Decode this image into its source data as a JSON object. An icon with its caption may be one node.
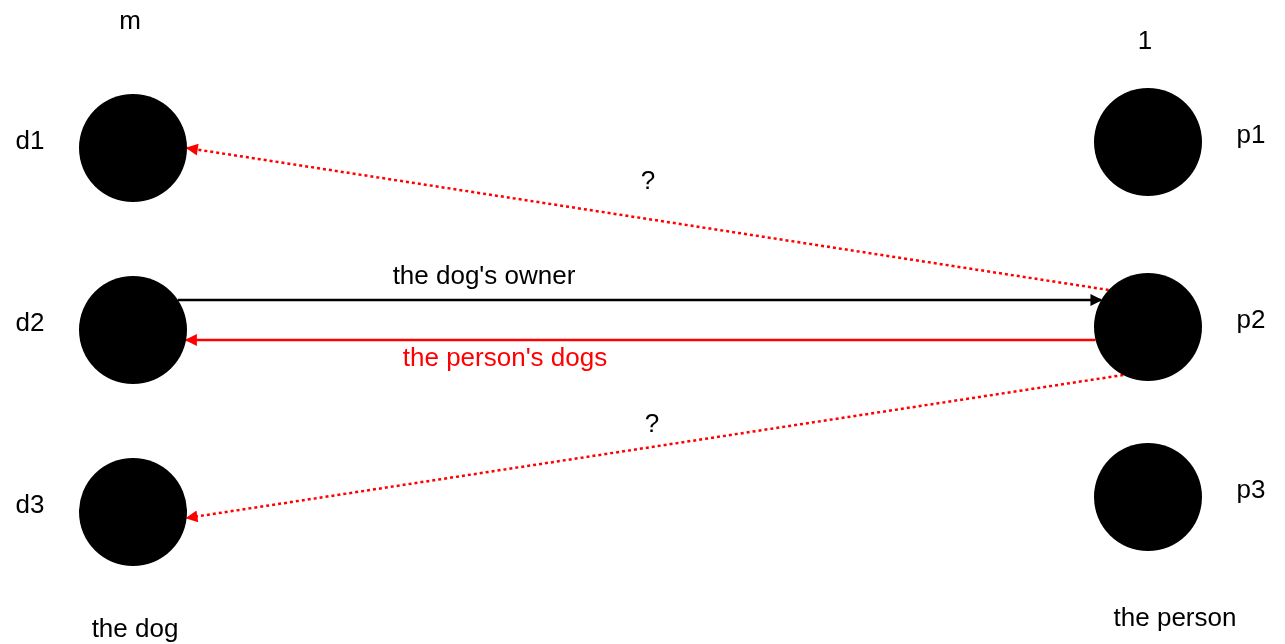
{
  "diagram": {
    "nodes": [
      {
        "text": [],
        "shape": "circle",
        "beside": [
          "d1"
        ]
      },
      {
        "text": [],
        "shape": "circle",
        "beside": [
          "d2"
        ]
      },
      {
        "text": [],
        "shape": "circle",
        "beside": [
          "d3"
        ]
      },
      {
        "text": [],
        "shape": "circle",
        "beside": [
          "p1"
        ]
      },
      {
        "text": [],
        "shape": "circle",
        "beside": [
          "p2"
        ]
      },
      {
        "text": [],
        "shape": "circle",
        "beside": [
          "p3"
        ]
      }
    ],
    "edges": [
      {
        "from": 4,
        "to": 0,
        "arrow": "to",
        "label": "?",
        "style": "dashed",
        "color": "#ff0000"
      },
      {
        "from": 1,
        "to": 4,
        "arrow": "to",
        "label": "the dog's owner",
        "color": "#000000"
      },
      {
        "from": 4,
        "to": 1,
        "arrow": "to",
        "label": "the person's dogs",
        "color": "#ff0000"
      },
      {
        "from": 4,
        "to": 2,
        "arrow": "to",
        "label": "?",
        "style": "dashed",
        "color": "#ff0000"
      }
    ],
    "labels": [
      "m",
      "1",
      "the dog",
      "the person"
    ]
  }
}
